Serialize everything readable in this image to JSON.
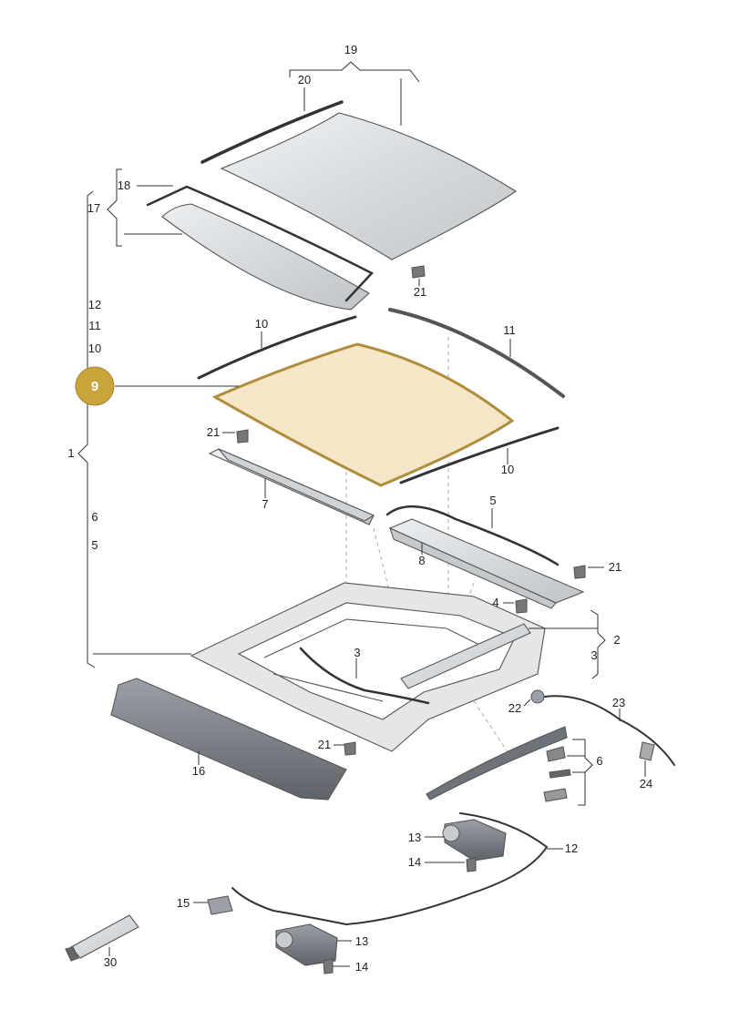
{
  "diagram": {
    "highlighted_part": "9",
    "callouts": {
      "c1": "1",
      "c2": "2",
      "c3a": "3",
      "c3b": "3",
      "c4": "4",
      "c5a": "5",
      "c5b": "5",
      "c6a": "6",
      "c6b": "6",
      "c7": "7",
      "c8": "8",
      "c9": "9",
      "c10a": "10",
      "c10b": "10",
      "c10c": "10",
      "c11a": "11",
      "c11b": "11",
      "c12a": "12",
      "c12b": "12",
      "c13a": "13",
      "c13b": "13",
      "c14a": "14",
      "c14b": "14",
      "c15": "15",
      "c16": "16",
      "c17": "17",
      "c18": "18",
      "c19": "19",
      "c20": "20",
      "c21a": "21",
      "c21b": "21",
      "c21c": "21",
      "c21d": "21",
      "c22": "22",
      "c23": "23",
      "c24": "24",
      "c30": "30"
    },
    "colors": {
      "highlight_fill": "#f4e6c6",
      "highlight_stroke": "#b08d3c",
      "badge": "#c9a43b",
      "glass": "#d8dcde",
      "frame": "#e6e8ea"
    }
  }
}
